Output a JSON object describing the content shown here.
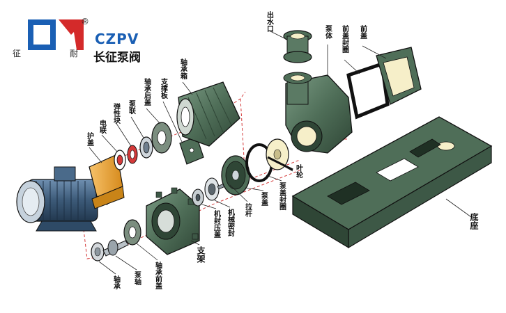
{
  "logo": {
    "brand_latin": "CZPV",
    "brand_cn": "长征泵阀",
    "reg_mark": "®",
    "left_char": "征",
    "mid_char": "耐",
    "colors": {
      "blue": "#1a5fb4",
      "red": "#d42a2a"
    }
  },
  "labels": {
    "outlet": "出水口",
    "pump_body": "泵体",
    "front_cover_seal": "前盖封圈",
    "front_cover": "前盖",
    "bearing_box": "轴承箱",
    "support_plate": "支撑板",
    "bearing_rear_cover": "轴承后盖",
    "pump_coupling": "泵联",
    "elastic_block": "弹性块",
    "motor_coupling": "电联",
    "guard": "护盖",
    "impeller": "叶轮",
    "pump_cover_seal": "泵盖封圈",
    "pump_cover": "泵盖",
    "pull_rod": "拉杆",
    "mech_seal": "机械密封",
    "seal_gland": "机封压盖",
    "bracket": "支架",
    "bearing_front_cover": "轴承前盖",
    "bearing": "轴承",
    "pump_shaft": "泵轴",
    "base": "底座"
  },
  "colors": {
    "pump_green": "#4f6e58",
    "pump_dark": "#2f4636",
    "motor_blue": "#3c5a78",
    "guard_orange": "#e9a23a",
    "leader_red": "#d43a3a",
    "cream": "#f6efc9"
  }
}
